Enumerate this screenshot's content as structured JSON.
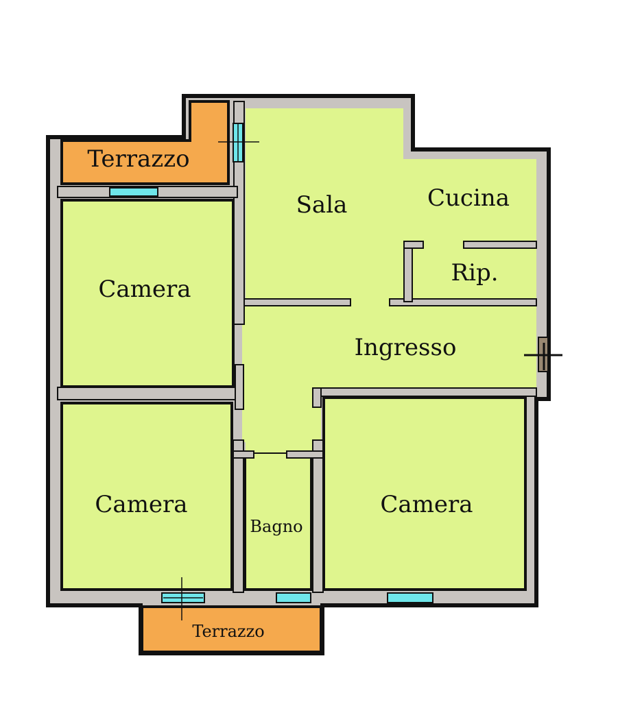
{
  "rooms": {
    "terrazzo_top": "Terrazzo",
    "sala": "Sala",
    "cucina": "Cucina",
    "ripostiglio": "Rip.",
    "camera_top_left": "Camera",
    "ingresso": "Ingresso",
    "camera_bottom_left": "Camera",
    "bagno": "Bagno",
    "camera_bottom_right": "Camera",
    "terrazzo_bottom": "Terrazzo"
  },
  "colors": {
    "room_fill": "#dff58e",
    "terrace_fill": "#f5a94d",
    "wall_fill": "#c8c4c0",
    "outline": "#111111",
    "window": "#6fe6ea",
    "door": "#9a8872"
  }
}
